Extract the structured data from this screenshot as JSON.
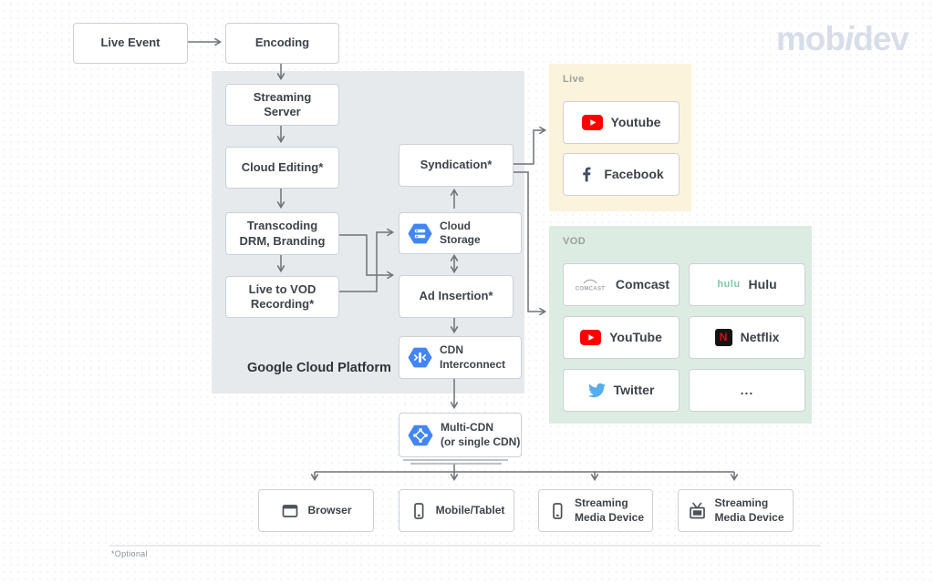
{
  "brand": {
    "parts": [
      "mob",
      "i",
      "dev"
    ]
  },
  "footnote": "*Optional",
  "colors": {
    "gcp_panel": "#e7eaed",
    "live_panel": "#fcf3dc",
    "vod_panel": "#ddece3",
    "google_blue": "#4285f4",
    "arrow_gray": "#6e7377",
    "box_border": "#ccd1d6",
    "youtube_red": "#ff0000",
    "facebook_navy": "#3f4e63",
    "netflix_red": "#e50914",
    "twitter_blue": "#55acee",
    "hulu_green": "#7fc7a6",
    "logo_gray": "#d7dde9"
  },
  "source": {
    "live_event": "Live Event",
    "encoding": "Encoding"
  },
  "gcp": {
    "label": "Google Cloud Platform",
    "nodes": {
      "streaming_server": {
        "lines": [
          "Streaming",
          "Server"
        ]
      },
      "cloud_editing": {
        "lines": [
          "Cloud Editing*"
        ]
      },
      "transcoding": {
        "lines": [
          "Transcoding",
          "DRM, Branding"
        ]
      },
      "live_to_vod": {
        "lines": [
          "Live to VOD",
          "Recording*"
        ]
      },
      "syndication": {
        "lines": [
          "Syndication*"
        ]
      },
      "cloud_storage": {
        "icon": "cloud-storage-icon",
        "lines": [
          "Cloud",
          "Storage"
        ]
      },
      "ad_insertion": {
        "lines": [
          "Ad Insertion*"
        ]
      },
      "cdn_interconnect": {
        "icon": "cdn-interconnect-icon",
        "lines": [
          "CDN",
          "Interconnect"
        ]
      }
    }
  },
  "multi_cdn": {
    "icon": "multi-cdn-icon",
    "lines": [
      "Multi-CDN",
      "(or single CDN)"
    ]
  },
  "live_panel": {
    "label": "Live",
    "items": [
      {
        "icon": "youtube-icon",
        "label": "Youtube"
      },
      {
        "icon": "facebook-icon",
        "label": "Facebook"
      }
    ]
  },
  "vod_panel": {
    "label": "VOD",
    "comcast_logo": "COMCAST",
    "hulu_logo": "hulu",
    "netflix_letter": "N",
    "items": [
      {
        "icon": "comcast-icon",
        "label": "Comcast"
      },
      {
        "icon": "hulu-icon",
        "label": "Hulu"
      },
      {
        "icon": "youtube-icon",
        "label": "YouTube"
      },
      {
        "icon": "netflix-icon",
        "label": "Netflix"
      },
      {
        "icon": "twitter-icon",
        "label": "Twitter"
      },
      {
        "icon": "none",
        "label": "..."
      }
    ]
  },
  "devices": [
    {
      "icon": "browser-icon",
      "lines": [
        "Browser"
      ]
    },
    {
      "icon": "mobile-icon",
      "lines": [
        "Mobile/Tablet"
      ]
    },
    {
      "icon": "smartphone-icon",
      "lines": [
        "Streaming",
        "Media Device"
      ]
    },
    {
      "icon": "tv-icon",
      "lines": [
        "Streaming",
        "Media Device"
      ]
    }
  ]
}
